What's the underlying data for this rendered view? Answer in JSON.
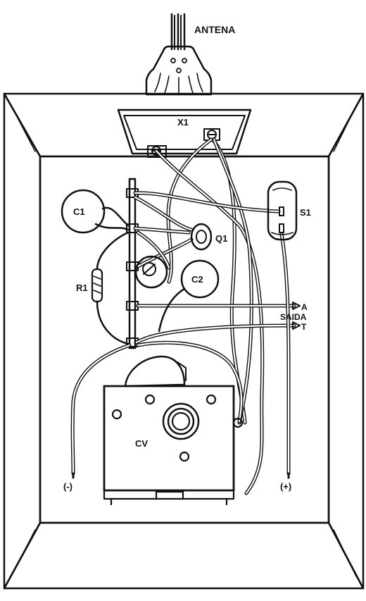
{
  "labels": {
    "antenna": "ANTENA",
    "x1": "X1",
    "c1": "C1",
    "q1": "Q1",
    "r1": "R1",
    "c2": "C2",
    "s1": "S1",
    "a": "A",
    "saida": "SAIDA",
    "t": "T",
    "cv": "CV",
    "minus": "(-)",
    "plus": "(+)"
  }
}
